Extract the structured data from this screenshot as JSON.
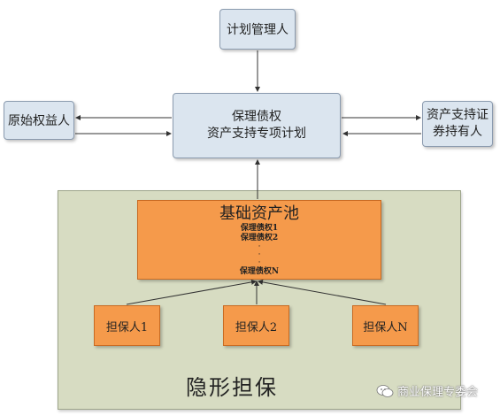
{
  "nodes": {
    "manager": "计划管理人",
    "spv_line1": "保理债权",
    "spv_line2": "资产支持专项计划",
    "originator": "原始权益人",
    "holders_line1": "资产支持证",
    "holders_line2": "券持有人",
    "pool_title": "基础资产池",
    "pool_item1": "保理债权1",
    "pool_item2": "保理债权2",
    "pool_itemN": "保理债权N",
    "guarantor1": "担保人1",
    "guarantor2": "担保人2",
    "guarantorN": "担保人N",
    "implicit_guarantee": "隐形担保"
  },
  "watermark": {
    "text": "商业保理专委会",
    "icon": "wechat-icon"
  },
  "colors": {
    "blue_box": "#dbe5ef",
    "orange_box": "#f59a4b",
    "implicit_area": "#d7dcc2"
  }
}
